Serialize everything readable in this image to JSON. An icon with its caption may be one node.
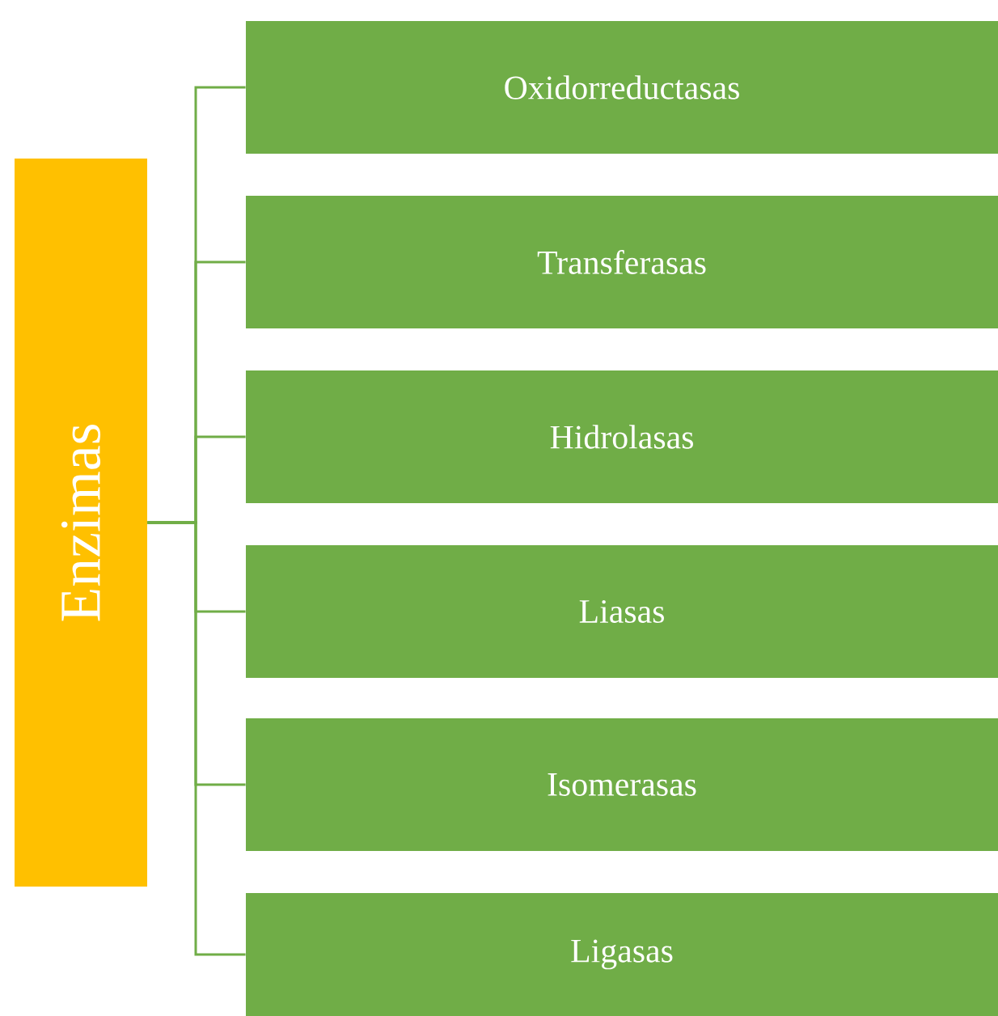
{
  "diagram": {
    "nodes": [
      {
        "text": [
          "Enzimas"
        ]
      },
      {
        "text": [
          "Oxidorreductasas"
        ]
      },
      {
        "text": [
          "Transferasas"
        ]
      },
      {
        "text": [
          "Hidrolasas"
        ]
      },
      {
        "text": [
          "Liasas"
        ]
      },
      {
        "text": [
          "Isomerasas"
        ]
      },
      {
        "text": [
          "Ligasas"
        ]
      }
    ],
    "edges": [
      {
        "from": 0,
        "to": 1,
        "arrow": "none"
      },
      {
        "from": 0,
        "to": 2,
        "arrow": "none"
      },
      {
        "from": 0,
        "to": 3,
        "arrow": "none"
      },
      {
        "from": 0,
        "to": 4,
        "arrow": "none"
      },
      {
        "from": 0,
        "to": 5,
        "arrow": "none"
      },
      {
        "from": 0,
        "to": 6,
        "arrow": "none"
      }
    ]
  }
}
